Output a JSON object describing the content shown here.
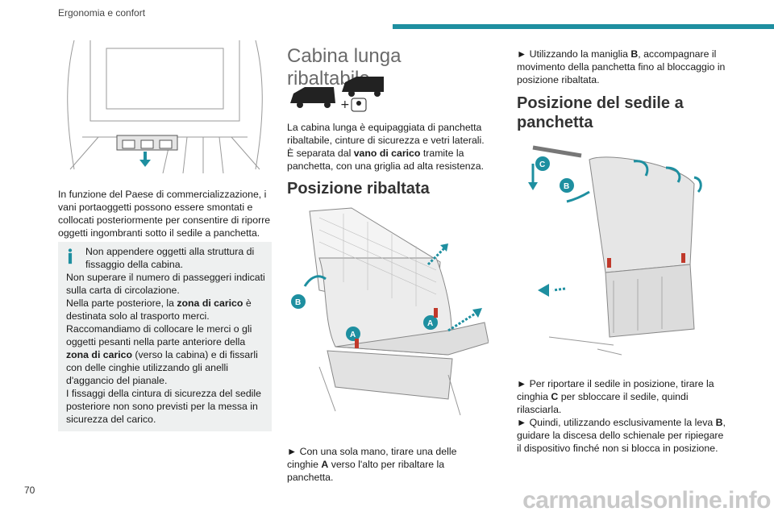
{
  "header": {
    "section": "Ergonomia e confort"
  },
  "page_number": "70",
  "footer": "carmanualsonline.info",
  "colors": {
    "accent": "#1e8fa0"
  },
  "col1": {
    "para": "In funzione del Paese di commercializzazione, i vani portaoggetti possono essere smontati e collocati posteriormente per consentire di riporre oggetti ingombranti sotto il sedile a panchetta.",
    "info_icon": "info-icon",
    "note_line1": "Non appendere oggetti alla struttura di fissaggio della cabina.",
    "note_line2": "Non superare il numero di passeggeri indicati sulla carta di circolazione.",
    "note_line3_a": "Nella parte posteriore, la ",
    "note_line3_b": "zona di carico",
    "note_line3_c": " è destinata solo al trasporto merci.",
    "note_line4_a": "Raccomandiamo di collocare le merci o gli oggetti pesanti nella parte anteriore della ",
    "note_line4_b": "zona di carico",
    "note_line4_c": " (verso la cabina) e di fissarli con delle cinghie utilizzando gli anelli d'aggancio del pianale.",
    "note_line5": "I fissaggi della cintura di sicurezza del sedile posteriore non sono previsti per la messa in sicurezza del carico."
  },
  "col2": {
    "title": "Cabina lunga ribaltabile",
    "intro_a": "La cabina lunga è equipaggiata di panchetta ribaltabile, cinture di sicurezza e vetri laterali.",
    "intro_b": "È separata dal ",
    "intro_c": "vano di carico",
    "intro_d": " tramite la panchetta, con una griglia ad alta resistenza.",
    "subtitle": "Posizione ribaltata",
    "step_a": "► Con una sola mano, tirare una delle cinghie ",
    "step_b": "A",
    "step_c": " verso l'alto per ribaltare la panchetta.",
    "label_a": "A",
    "label_b": "B"
  },
  "col3": {
    "step1_a": "► Utilizzando la maniglia ",
    "step1_b": "B",
    "step1_c": ", accompagnare il movimento della panchetta fino al bloccaggio in posizione ribaltata.",
    "subtitle": "Posizione del sedile a panchetta",
    "step2_a": "► Per riportare il sedile in posizione, tirare la cinghia ",
    "step2_b": "C",
    "step2_c": " per sbloccare il sedile, quindi rilasciarla.",
    "step3_a": "► Quindi, utilizzando esclusivamente la leva ",
    "step3_b": "B",
    "step3_c": ", guidare la discesa dello schienale per ripiegare il dispositivo finché non si blocca in posizione.",
    "label_b": "B",
    "label_c": "C"
  }
}
